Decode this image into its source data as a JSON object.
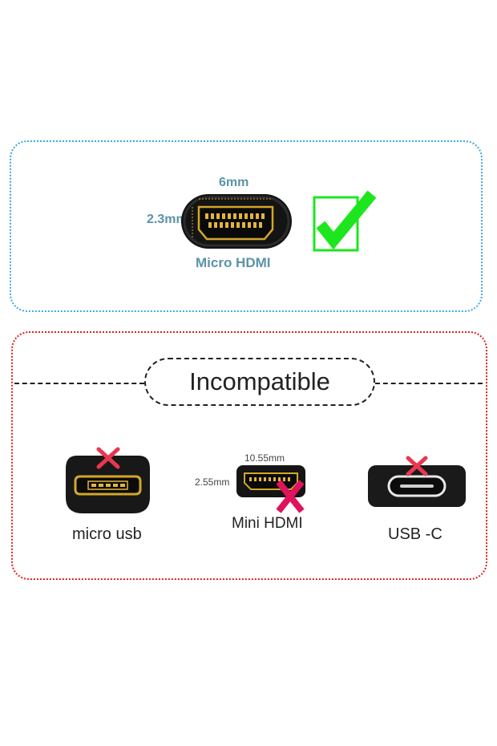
{
  "compatible": {
    "connector_name": "Micro HDMI",
    "width_label": "6mm",
    "height_label": "2.3mm",
    "status_icon": "check-mark-icon",
    "accent_color": "#1ee61e"
  },
  "incompatible": {
    "heading": "Incompatible",
    "accent_color": "#e02020",
    "connectors": [
      {
        "name": "micro usb",
        "icon": "cross-icon"
      },
      {
        "name": "Mini HDMI",
        "icon": "cross-icon",
        "width_label": "10.55mm",
        "height_label": "2.55mm"
      },
      {
        "name": "USB -C",
        "icon": "cross-icon"
      }
    ]
  }
}
